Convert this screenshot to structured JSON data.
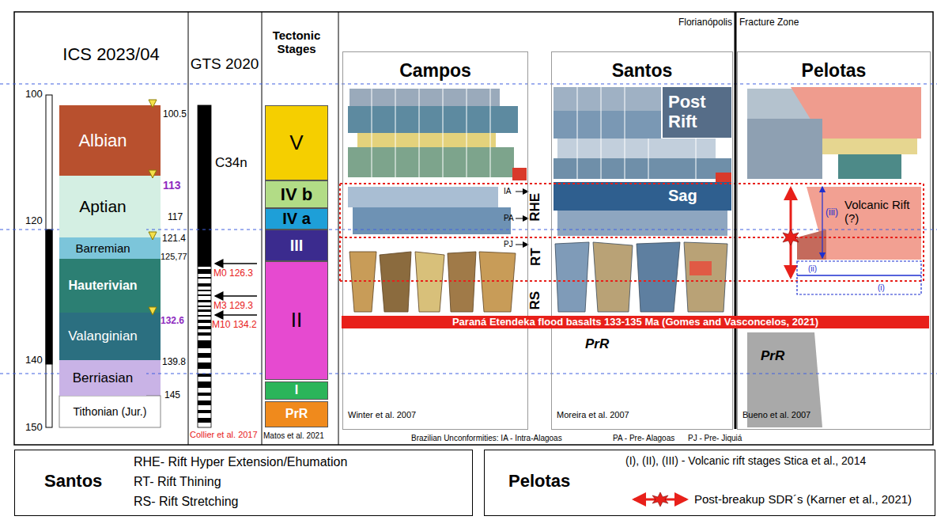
{
  "diagram": {
    "nodes": [
      {
        "text": [
          "Albian"
        ]
      },
      {
        "text": [
          "Aptian"
        ]
      },
      {
        "text": [
          "Barremian"
        ]
      },
      {
        "text": [
          "Hauterivian"
        ]
      },
      {
        "text": [
          "Valanginian"
        ]
      },
      {
        "text": [
          "Berriasian"
        ]
      },
      {
        "text": [
          "Tithonian (Jur.)"
        ]
      },
      {
        "text": [
          "V"
        ]
      },
      {
        "text": [
          "IV b"
        ]
      },
      {
        "text": [
          "IV a"
        ]
      },
      {
        "text": [
          "III"
        ]
      },
      {
        "text": [
          "II"
        ]
      },
      {
        "text": [
          "I"
        ]
      },
      {
        "text": [
          "PrR"
        ]
      },
      {
        "text": [
          "Campos",
          "Winter et al. 2007"
        ]
      },
      {
        "text": [
          "Santos",
          "Moreira et al. 2007"
        ]
      },
      {
        "text": [
          "Pelotas",
          "Bueno et al. 2007"
        ]
      },
      {
        "text": [
          "Paraná Etendeka flood basalts 133-135 Ma (Gomes and Vasconcelos, 2021)"
        ]
      },
      {
        "text": [
          "Santos",
          "RHE- Rift Hyper Extension/Ehumation",
          "RT- Rift Thining",
          "RS- Rift Stretching"
        ]
      },
      {
        "text": [
          "Pelotas",
          "(I), (II), (III) - Volcanic rift stages Stica et al., 2014"
        ]
      }
    ],
    "labels": [
      "ICS 2023/04",
      "GTS 2020",
      "Tectonic Stages",
      "100",
      "120",
      "140",
      "150",
      "100.5",
      "113",
      "117",
      "121.4",
      "125,77",
      "132.6",
      "139.8",
      "145",
      "C34n",
      "M0 126.3",
      "M3 129.3",
      "M10 134.2",
      "Collier et al. 2017",
      "Matos et al. 2021",
      "Florianópolis",
      "Fracture Zone",
      "IA",
      "PA",
      "PJ",
      "RHE",
      "RT",
      "RS",
      "Post Rift",
      "Sag",
      "PrR",
      "Volcanic Rift (?)",
      "(iii)",
      "(ii)",
      "(i)",
      "PrR",
      "Brazilian Unconformities: IA - Intra-Alagoas",
      "PA - Pre- Alagoas",
      "PJ - Pre- Jiquiá"
    ],
    "legend": [
      {
        "text": "Post-breakup SDR´s (Karner et al., 2021)"
      }
    ]
  }
}
